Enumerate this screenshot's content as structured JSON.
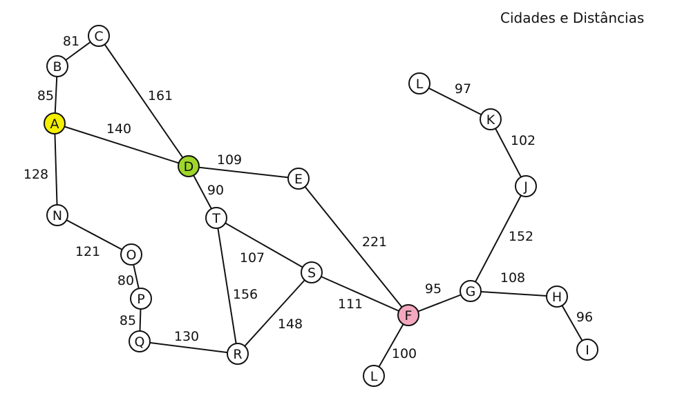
{
  "title": "Cidades e Distâncias",
  "colors": {
    "highlight_A": "#f5f000",
    "highlight_D": "#9fd62a",
    "highlight_F": "#f4a8c0",
    "default_node": "#ffffff"
  },
  "nodes": [
    {
      "id": "A",
      "label": "A",
      "fill": "#f5f000"
    },
    {
      "id": "B",
      "label": "B",
      "fill": "#ffffff"
    },
    {
      "id": "C",
      "label": "C",
      "fill": "#ffffff"
    },
    {
      "id": "D",
      "label": "D",
      "fill": "#9fd62a"
    },
    {
      "id": "E",
      "label": "E",
      "fill": "#ffffff"
    },
    {
      "id": "F",
      "label": "F",
      "fill": "#f4a8c0"
    },
    {
      "id": "G",
      "label": "G",
      "fill": "#ffffff"
    },
    {
      "id": "H",
      "label": "H",
      "fill": "#ffffff"
    },
    {
      "id": "I",
      "label": "I",
      "fill": "#ffffff"
    },
    {
      "id": "J",
      "label": "J",
      "fill": "#ffffff"
    },
    {
      "id": "K",
      "label": "K",
      "fill": "#ffffff"
    },
    {
      "id": "L1",
      "label": "L",
      "fill": "#ffffff"
    },
    {
      "id": "L2",
      "label": "L",
      "fill": "#ffffff"
    },
    {
      "id": "N",
      "label": "N",
      "fill": "#ffffff"
    },
    {
      "id": "O",
      "label": "O",
      "fill": "#ffffff"
    },
    {
      "id": "P",
      "label": "P",
      "fill": "#ffffff"
    },
    {
      "id": "Q",
      "label": "Q",
      "fill": "#ffffff"
    },
    {
      "id": "R",
      "label": "R",
      "fill": "#ffffff"
    },
    {
      "id": "S",
      "label": "S",
      "fill": "#ffffff"
    },
    {
      "id": "T",
      "label": "T",
      "fill": "#ffffff"
    }
  ],
  "edges": [
    {
      "from": "A",
      "to": "B",
      "weight": "85"
    },
    {
      "from": "B",
      "to": "C",
      "weight": "81"
    },
    {
      "from": "C",
      "to": "D",
      "weight": "161"
    },
    {
      "from": "A",
      "to": "D",
      "weight": "140"
    },
    {
      "from": "A",
      "to": "N",
      "weight": "128"
    },
    {
      "from": "D",
      "to": "E",
      "weight": "109"
    },
    {
      "from": "D",
      "to": "T",
      "weight": "90"
    },
    {
      "from": "N",
      "to": "O",
      "weight": "121"
    },
    {
      "from": "O",
      "to": "P",
      "weight": "80"
    },
    {
      "from": "P",
      "to": "Q",
      "weight": "85"
    },
    {
      "from": "Q",
      "to": "R",
      "weight": "130"
    },
    {
      "from": "T",
      "to": "R",
      "weight": "156"
    },
    {
      "from": "T",
      "to": "S",
      "weight": "107"
    },
    {
      "from": "R",
      "to": "S",
      "weight": "148"
    },
    {
      "from": "S",
      "to": "F",
      "weight": "111"
    },
    {
      "from": "E",
      "to": "F",
      "weight": "221"
    },
    {
      "from": "F",
      "to": "L2",
      "weight": "100"
    },
    {
      "from": "F",
      "to": "G",
      "weight": "95"
    },
    {
      "from": "G",
      "to": "H",
      "weight": "108"
    },
    {
      "from": "H",
      "to": "I",
      "weight": "96"
    },
    {
      "from": "G",
      "to": "J",
      "weight": "152"
    },
    {
      "from": "J",
      "to": "K",
      "weight": "102"
    },
    {
      "from": "K",
      "to": "L1",
      "weight": "97"
    }
  ]
}
